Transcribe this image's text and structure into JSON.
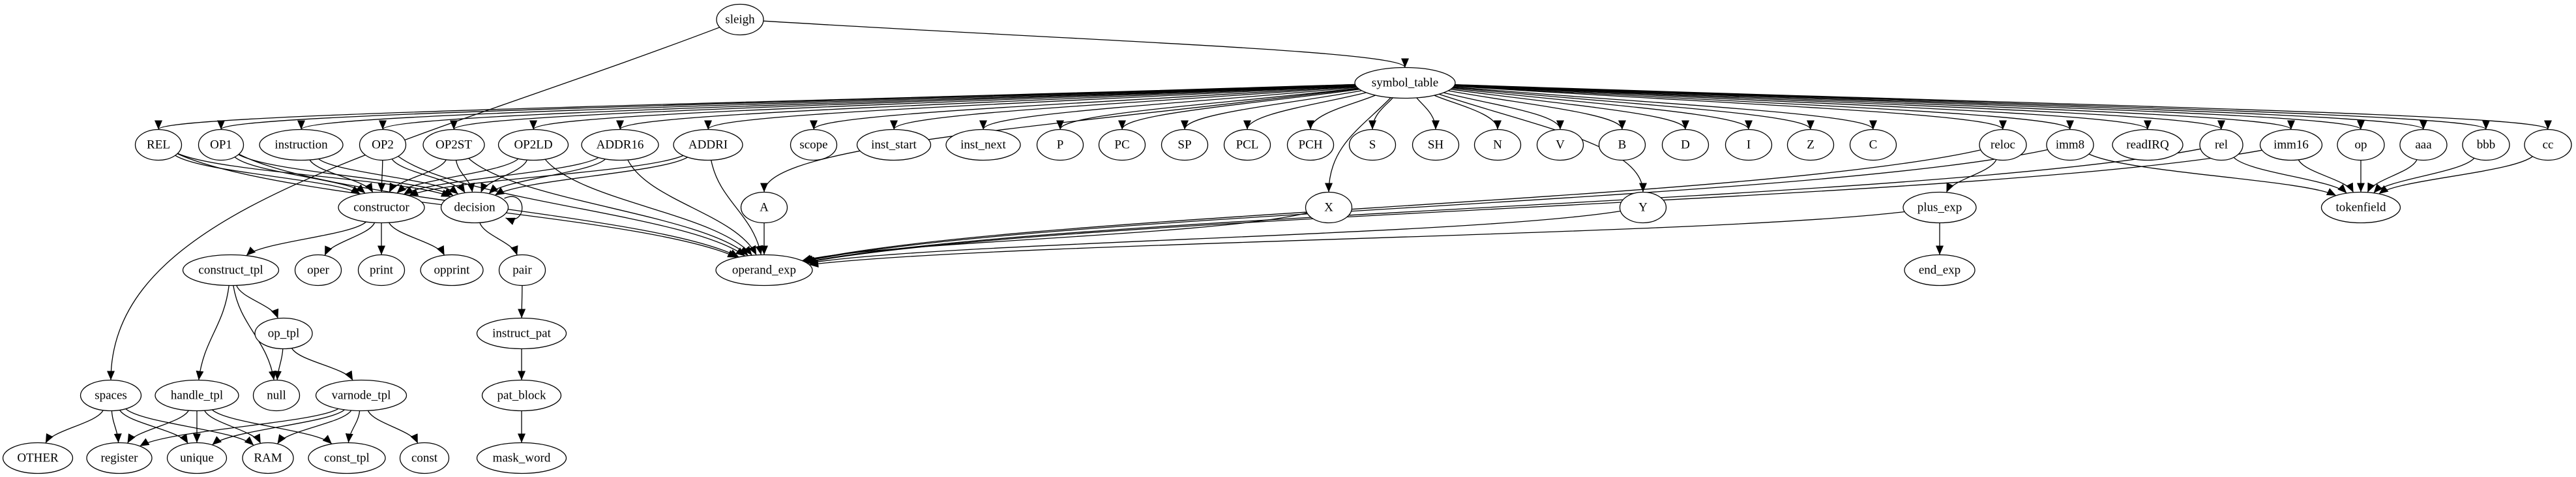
{
  "graph": {
    "nodes": [
      {
        "id": "sleigh",
        "label": "sleigh"
      },
      {
        "id": "symbol_table",
        "label": "symbol_table"
      },
      {
        "id": "REL",
        "label": "REL"
      },
      {
        "id": "OP1",
        "label": "OP1"
      },
      {
        "id": "instruction",
        "label": "instruction"
      },
      {
        "id": "OP2",
        "label": "OP2"
      },
      {
        "id": "OP2ST",
        "label": "OP2ST"
      },
      {
        "id": "OP2LD",
        "label": "OP2LD"
      },
      {
        "id": "ADDR16",
        "label": "ADDR16"
      },
      {
        "id": "ADDRI",
        "label": "ADDRI"
      },
      {
        "id": "scope",
        "label": "scope"
      },
      {
        "id": "inst_start",
        "label": "inst_start"
      },
      {
        "id": "inst_next",
        "label": "inst_next"
      },
      {
        "id": "P",
        "label": "P"
      },
      {
        "id": "PC",
        "label": "PC"
      },
      {
        "id": "SP",
        "label": "SP"
      },
      {
        "id": "PCL",
        "label": "PCL"
      },
      {
        "id": "PCH",
        "label": "PCH"
      },
      {
        "id": "S",
        "label": "S"
      },
      {
        "id": "SH",
        "label": "SH"
      },
      {
        "id": "N",
        "label": "N"
      },
      {
        "id": "V",
        "label": "V"
      },
      {
        "id": "B",
        "label": "B"
      },
      {
        "id": "D",
        "label": "D"
      },
      {
        "id": "I",
        "label": "I"
      },
      {
        "id": "Z",
        "label": "Z"
      },
      {
        "id": "C",
        "label": "C"
      },
      {
        "id": "reloc",
        "label": "reloc"
      },
      {
        "id": "imm8",
        "label": "imm8"
      },
      {
        "id": "readIRQ",
        "label": "readIRQ"
      },
      {
        "id": "rel",
        "label": "rel"
      },
      {
        "id": "imm16",
        "label": "imm16"
      },
      {
        "id": "op",
        "label": "op"
      },
      {
        "id": "aaa",
        "label": "aaa"
      },
      {
        "id": "bbb",
        "label": "bbb"
      },
      {
        "id": "cc",
        "label": "cc"
      },
      {
        "id": "constructor",
        "label": "constructor"
      },
      {
        "id": "decision",
        "label": "decision"
      },
      {
        "id": "A",
        "label": "A"
      },
      {
        "id": "X",
        "label": "X"
      },
      {
        "id": "Y",
        "label": "Y"
      },
      {
        "id": "plus_exp",
        "label": "plus_exp"
      },
      {
        "id": "tokenfield",
        "label": "tokenfield"
      },
      {
        "id": "construct_tpl",
        "label": "construct_tpl"
      },
      {
        "id": "oper",
        "label": "oper"
      },
      {
        "id": "print",
        "label": "print"
      },
      {
        "id": "opprint",
        "label": "opprint"
      },
      {
        "id": "pair",
        "label": "pair"
      },
      {
        "id": "operand_exp",
        "label": "operand_exp"
      },
      {
        "id": "end_exp",
        "label": "end_exp"
      },
      {
        "id": "op_tpl",
        "label": "op_tpl"
      },
      {
        "id": "instruct_pat",
        "label": "instruct_pat"
      },
      {
        "id": "spaces",
        "label": "spaces"
      },
      {
        "id": "handle_tpl",
        "label": "handle_tpl"
      },
      {
        "id": "null",
        "label": "null"
      },
      {
        "id": "varnode_tpl",
        "label": "varnode_tpl"
      },
      {
        "id": "pat_block",
        "label": "pat_block"
      },
      {
        "id": "OTHER",
        "label": "OTHER"
      },
      {
        "id": "register",
        "label": "register"
      },
      {
        "id": "unique",
        "label": "unique"
      },
      {
        "id": "RAM",
        "label": "RAM"
      },
      {
        "id": "const_tpl",
        "label": "const_tpl"
      },
      {
        "id": "const",
        "label": "const"
      },
      {
        "id": "mask_word",
        "label": "mask_word"
      }
    ],
    "edges": [
      [
        "sleigh",
        "symbol_table"
      ],
      [
        "sleigh",
        "spaces"
      ],
      [
        "symbol_table",
        "REL"
      ],
      [
        "symbol_table",
        "OP1"
      ],
      [
        "symbol_table",
        "instruction"
      ],
      [
        "symbol_table",
        "OP2"
      ],
      [
        "symbol_table",
        "OP2ST"
      ],
      [
        "symbol_table",
        "OP2LD"
      ],
      [
        "symbol_table",
        "ADDR16"
      ],
      [
        "symbol_table",
        "ADDRI"
      ],
      [
        "symbol_table",
        "A"
      ],
      [
        "symbol_table",
        "scope"
      ],
      [
        "symbol_table",
        "inst_start"
      ],
      [
        "symbol_table",
        "inst_next"
      ],
      [
        "symbol_table",
        "P"
      ],
      [
        "symbol_table",
        "PC"
      ],
      [
        "symbol_table",
        "SP"
      ],
      [
        "symbol_table",
        "PCL"
      ],
      [
        "symbol_table",
        "PCH"
      ],
      [
        "symbol_table",
        "S"
      ],
      [
        "symbol_table",
        "SH"
      ],
      [
        "symbol_table",
        "N"
      ],
      [
        "symbol_table",
        "V"
      ],
      [
        "symbol_table",
        "B"
      ],
      [
        "symbol_table",
        "D"
      ],
      [
        "symbol_table",
        "I"
      ],
      [
        "symbol_table",
        "Z"
      ],
      [
        "symbol_table",
        "C"
      ],
      [
        "symbol_table",
        "X"
      ],
      [
        "symbol_table",
        "Y"
      ],
      [
        "symbol_table",
        "reloc"
      ],
      [
        "symbol_table",
        "imm8"
      ],
      [
        "symbol_table",
        "readIRQ"
      ],
      [
        "symbol_table",
        "rel"
      ],
      [
        "symbol_table",
        "imm16"
      ],
      [
        "symbol_table",
        "op"
      ],
      [
        "symbol_table",
        "aaa"
      ],
      [
        "symbol_table",
        "bbb"
      ],
      [
        "symbol_table",
        "cc"
      ],
      [
        "REL",
        "constructor"
      ],
      [
        "REL",
        "decision"
      ],
      [
        "REL",
        "operand_exp"
      ],
      [
        "OP1",
        "constructor"
      ],
      [
        "OP1",
        "decision"
      ],
      [
        "OP1",
        "operand_exp"
      ],
      [
        "instruction",
        "constructor"
      ],
      [
        "instruction",
        "decision"
      ],
      [
        "OP2",
        "constructor"
      ],
      [
        "OP2",
        "decision"
      ],
      [
        "OP2",
        "operand_exp"
      ],
      [
        "OP2ST",
        "constructor"
      ],
      [
        "OP2ST",
        "decision"
      ],
      [
        "OP2ST",
        "operand_exp"
      ],
      [
        "OP2LD",
        "constructor"
      ],
      [
        "OP2LD",
        "decision"
      ],
      [
        "OP2LD",
        "operand_exp"
      ],
      [
        "ADDR16",
        "constructor"
      ],
      [
        "ADDR16",
        "decision"
      ],
      [
        "ADDR16",
        "operand_exp"
      ],
      [
        "ADDRI",
        "constructor"
      ],
      [
        "ADDRI",
        "decision"
      ],
      [
        "ADDRI",
        "operand_exp"
      ],
      [
        "A",
        "operand_exp"
      ],
      [
        "decision",
        "decision"
      ],
      [
        "decision",
        "pair"
      ],
      [
        "constructor",
        "construct_tpl"
      ],
      [
        "constructor",
        "oper"
      ],
      [
        "constructor",
        "print"
      ],
      [
        "constructor",
        "opprint"
      ],
      [
        "X",
        "operand_exp"
      ],
      [
        "Y",
        "operand_exp"
      ],
      [
        "reloc",
        "plus_exp"
      ],
      [
        "reloc",
        "operand_exp"
      ],
      [
        "plus_exp",
        "operand_exp"
      ],
      [
        "plus_exp",
        "end_exp"
      ],
      [
        "imm8",
        "operand_exp"
      ],
      [
        "imm8",
        "tokenfield"
      ],
      [
        "rel",
        "operand_exp"
      ],
      [
        "rel",
        "tokenfield"
      ],
      [
        "imm16",
        "operand_exp"
      ],
      [
        "imm16",
        "tokenfield"
      ],
      [
        "op",
        "tokenfield"
      ],
      [
        "aaa",
        "tokenfield"
      ],
      [
        "bbb",
        "tokenfield"
      ],
      [
        "cc",
        "tokenfield"
      ],
      [
        "construct_tpl",
        "handle_tpl"
      ],
      [
        "construct_tpl",
        "null"
      ],
      [
        "construct_tpl",
        "op_tpl"
      ],
      [
        "op_tpl",
        "null"
      ],
      [
        "op_tpl",
        "varnode_tpl"
      ],
      [
        "pair",
        "instruct_pat"
      ],
      [
        "instruct_pat",
        "pat_block"
      ],
      [
        "pat_block",
        "mask_word"
      ],
      [
        "spaces",
        "OTHER"
      ],
      [
        "spaces",
        "register"
      ],
      [
        "spaces",
        "unique"
      ],
      [
        "spaces",
        "RAM"
      ],
      [
        "handle_tpl",
        "register"
      ],
      [
        "handle_tpl",
        "unique"
      ],
      [
        "handle_tpl",
        "RAM"
      ],
      [
        "handle_tpl",
        "const_tpl"
      ],
      [
        "varnode_tpl",
        "register"
      ],
      [
        "varnode_tpl",
        "unique"
      ],
      [
        "varnode_tpl",
        "RAM"
      ],
      [
        "varnode_tpl",
        "const_tpl"
      ],
      [
        "varnode_tpl",
        "const"
      ]
    ]
  }
}
